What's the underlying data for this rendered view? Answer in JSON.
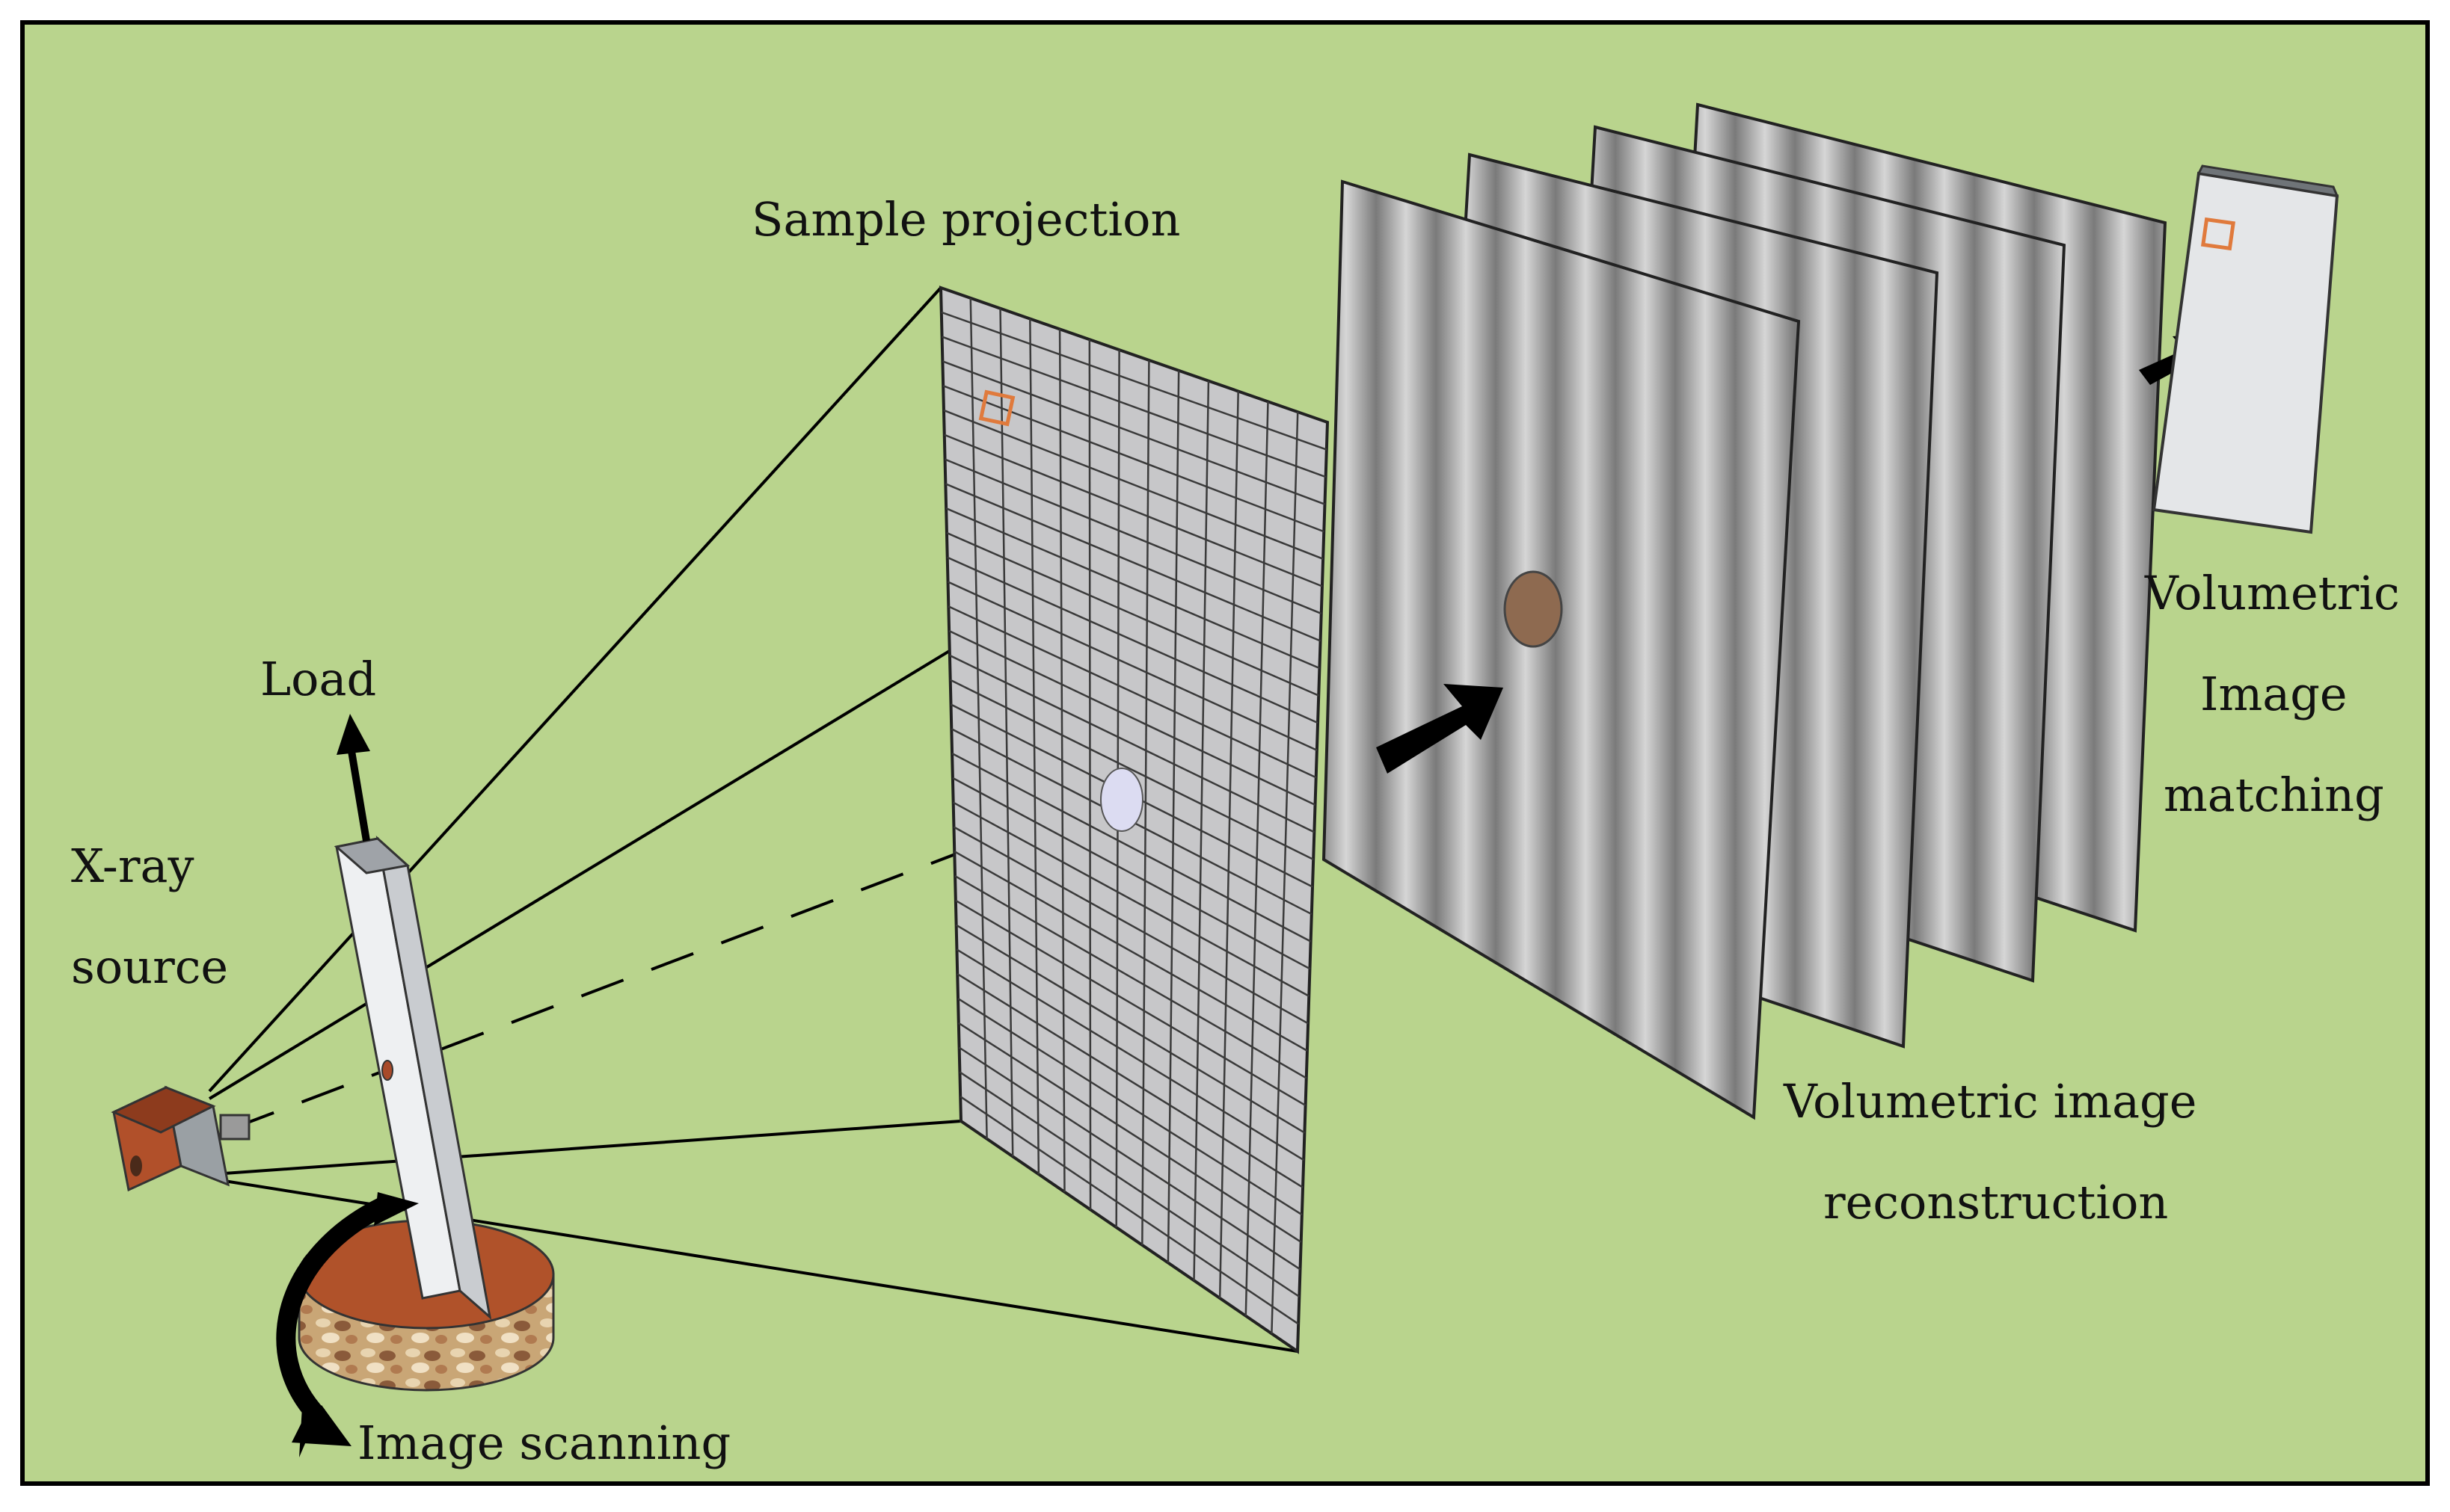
{
  "colors": {
    "background": "#b9d48d",
    "frame": "#000000",
    "grid_plane": "#c7c7c9",
    "grid_lines": "#3a3a3a",
    "marker": "#e07a3c",
    "sample_base": "#b0522a",
    "source_box": "#a54a27"
  },
  "labels": {
    "load": "Load",
    "xray_source_line1": "X-ray",
    "xray_source_line2": "source",
    "sample_projection": "Sample projection",
    "image_scanning": "Image scanning",
    "reconstruction_line1": "Volumetric image",
    "reconstruction_line2": "reconstruction",
    "matching_line1": "Volumetric",
    "matching_line2": "Image",
    "matching_line3": "matching"
  },
  "icons": {
    "source": "xray-source-icon",
    "specimen": "specimen-bar-icon",
    "stage": "rotating-stage-icon"
  }
}
